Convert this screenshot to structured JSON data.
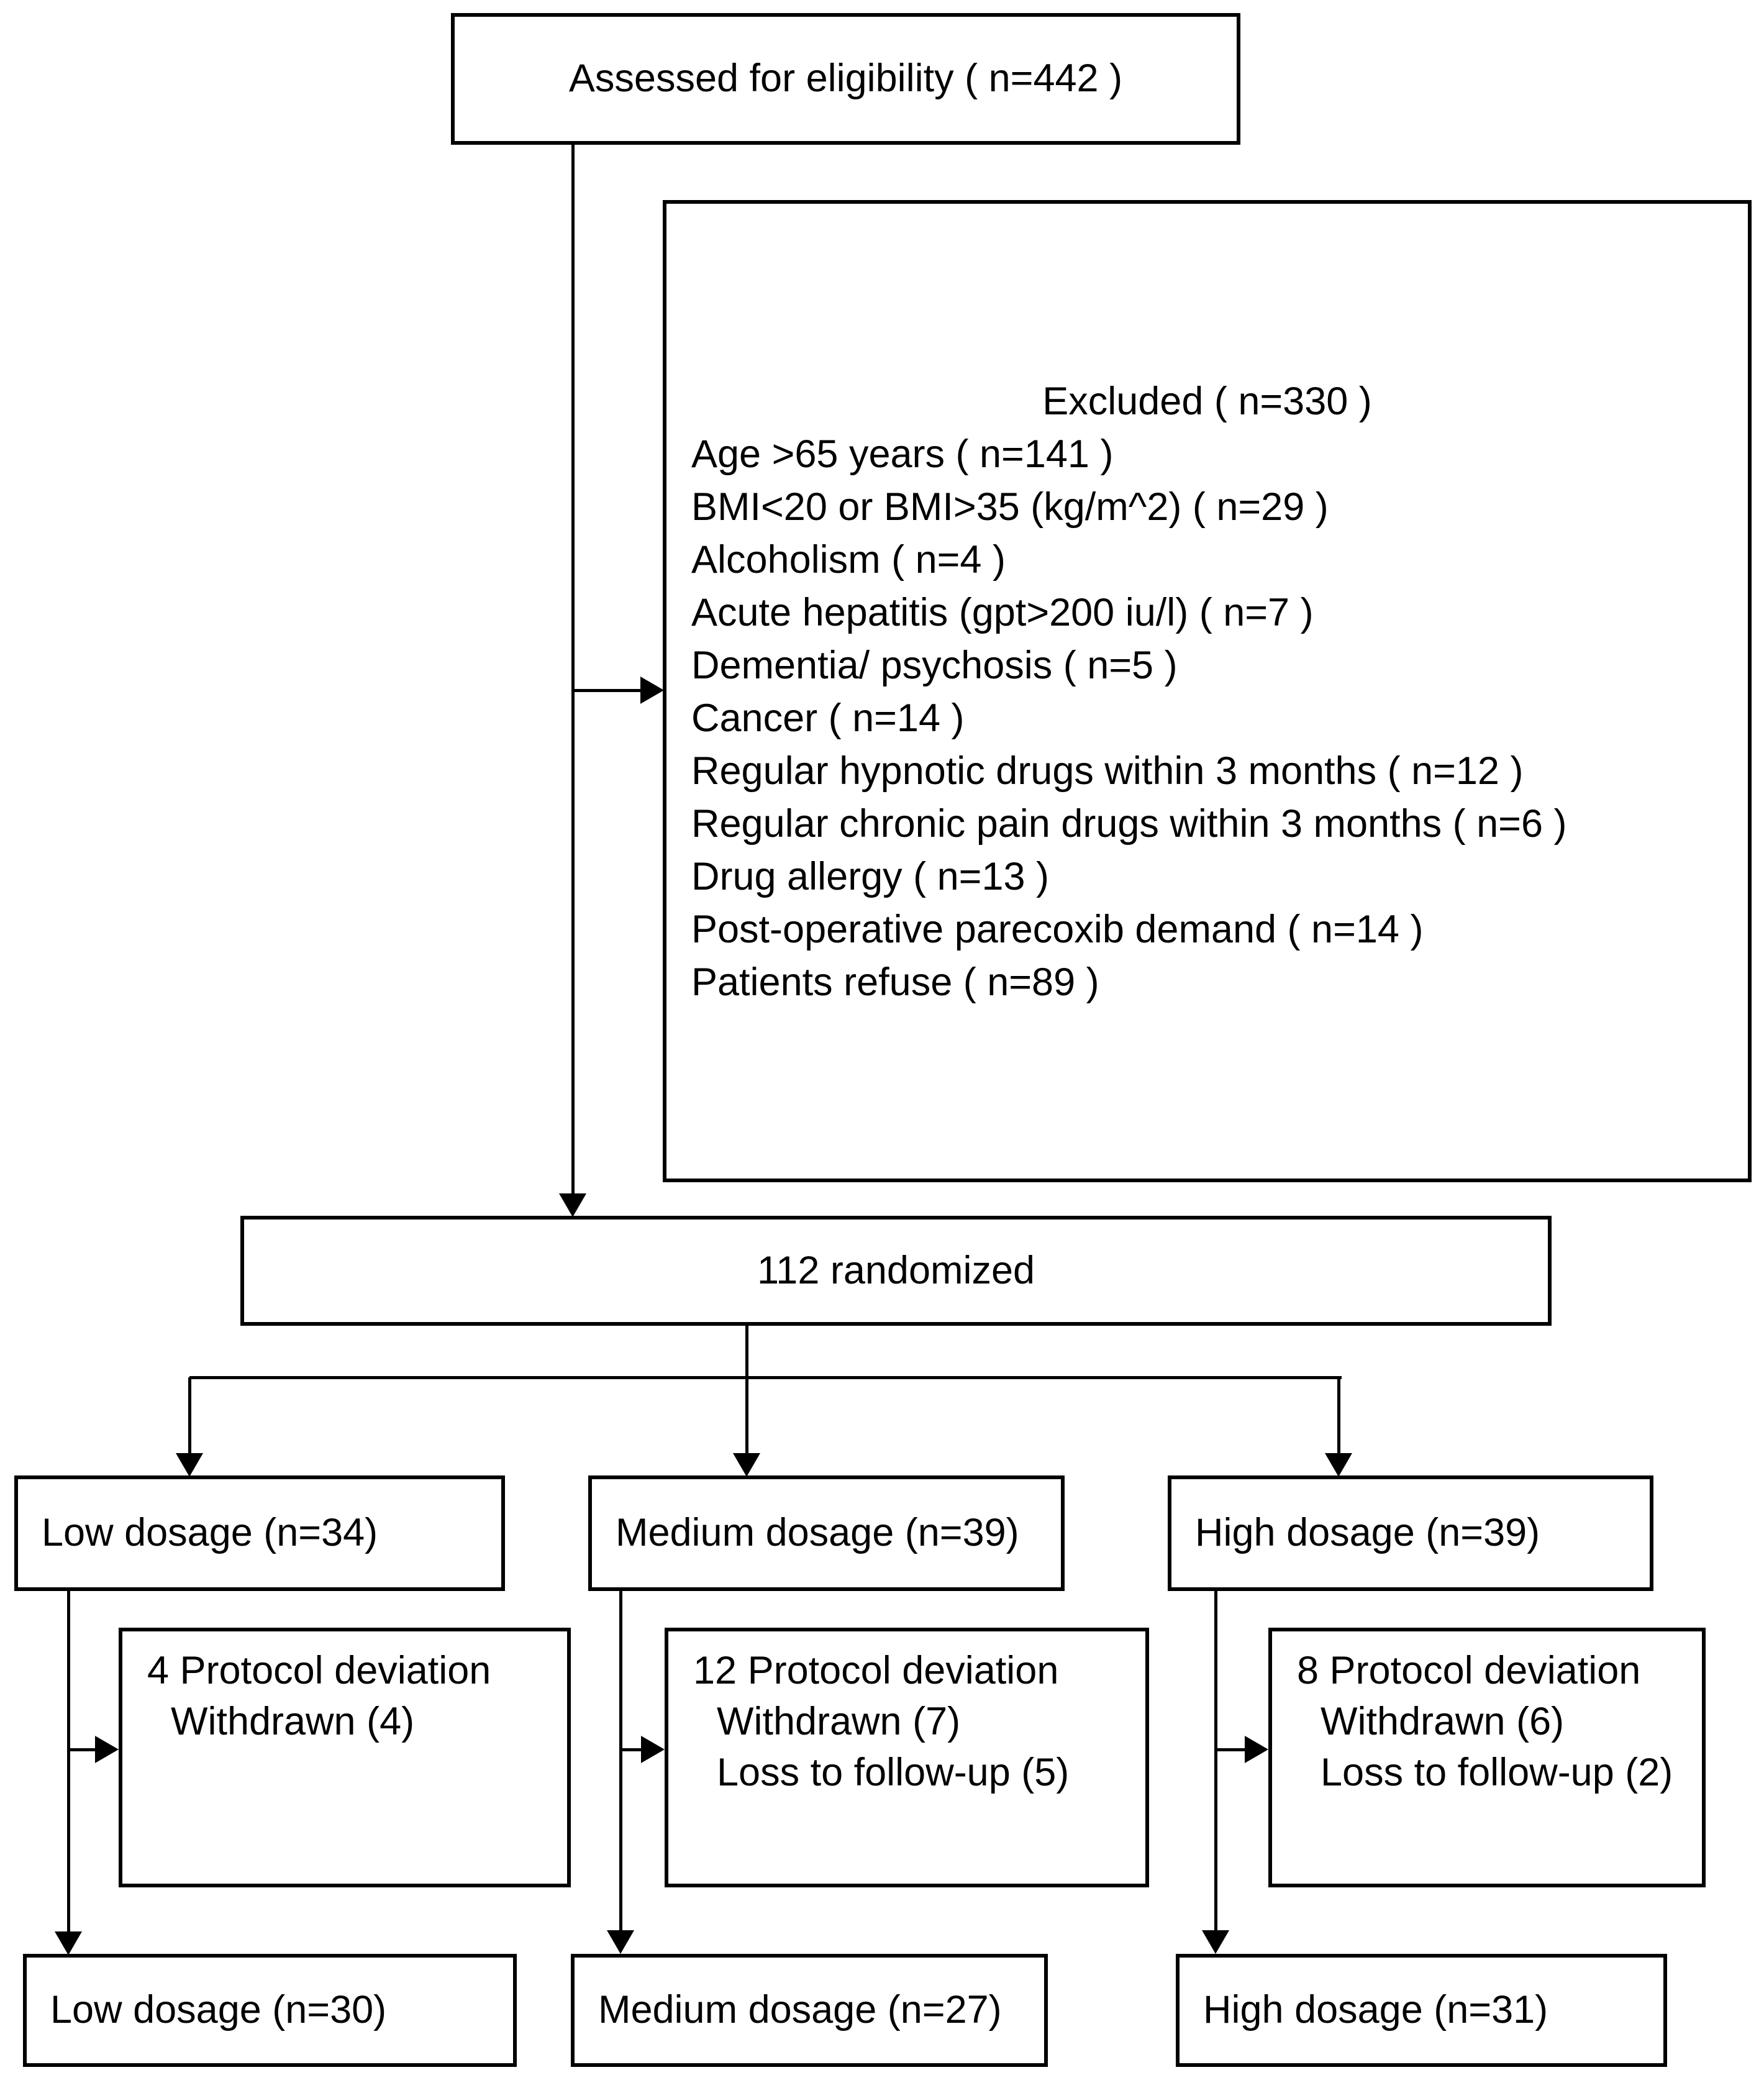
{
  "diagram": {
    "assessed": {
      "label": "Assessed for eligibility ( n=442 )"
    },
    "excluded": {
      "title": "Excluded ( n=330 )",
      "items": [
        "Age >65 years ( n=141 )",
        "BMI<20 or BMI>35 (kg/m^2) ( n=29 )",
        "Alcoholism ( n=4 )",
        "Acute hepatitis (gpt>200 iu/l) ( n=7 )",
        "Dementia/ psychosis ( n=5 )",
        "Cancer ( n=14 )",
        "Regular hypnotic drugs within 3 months ( n=12 )",
        "Regular chronic pain drugs within 3 months ( n=6 )",
        "Drug allergy ( n=13 )",
        "Post-operative parecoxib demand ( n=14 )",
        "Patients refuse ( n=89 )"
      ]
    },
    "randomized": {
      "label": "112 randomized"
    },
    "arms": [
      {
        "allocation": "Low dosage (n=34)",
        "deviation_lines": [
          "4 Protocol deviation",
          "Withdrawn (4)"
        ],
        "final": "Low dosage (n=30)"
      },
      {
        "allocation": "Medium dosage (n=39)",
        "deviation_lines": [
          "12 Protocol deviation",
          "Withdrawn (7)",
          "Loss to follow-up (5)"
        ],
        "final": "Medium dosage (n=27)"
      },
      {
        "allocation": "High dosage (n=39)",
        "deviation_lines": [
          "8 Protocol deviation",
          "Withdrawn (6)",
          "Loss to follow-up (2)"
        ],
        "final": "High dosage (n=31)"
      }
    ]
  }
}
